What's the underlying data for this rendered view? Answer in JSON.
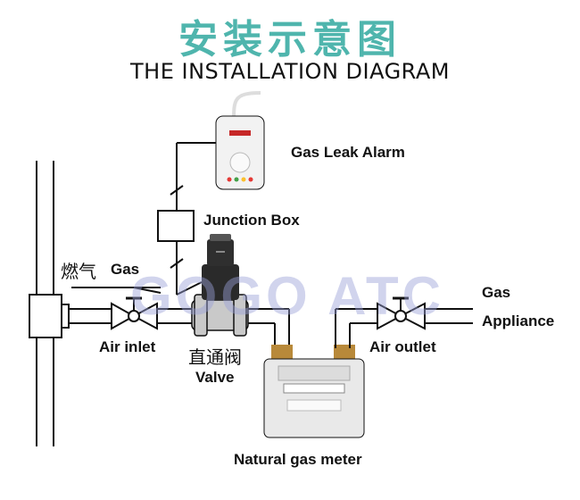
{
  "title_cn": "安装示意图",
  "title_en": "THE INSTALLATION DIAGRAM",
  "labels": {
    "gas_leak_alarm": "Gas Leak Alarm",
    "junction_box": "Junction Box",
    "gas_cn": "燃气",
    "gas_en": "Gas",
    "air_inlet": "Air inlet",
    "valve_cn": "直通阀",
    "valve_en": "Valve",
    "air_outlet": "Air outlet",
    "gas_appliance_1": "Gas",
    "gas_appliance_2": "Appliance",
    "meter": "Natural gas meter"
  },
  "watermark": "GOGO ATC",
  "colors": {
    "title_cn": "#4fb5ad",
    "line": "#111111",
    "pipe_fill": "#ffffff",
    "watermark": "#9aa0d8",
    "valve_metal": "#c9c9c9",
    "alarm_body": "#f2f2f2",
    "led_red": "#e53935",
    "led_green": "#43a047",
    "led_amber": "#fbc02d",
    "meter_body": "#e9e9e9",
    "brass": "#b8893a"
  }
}
